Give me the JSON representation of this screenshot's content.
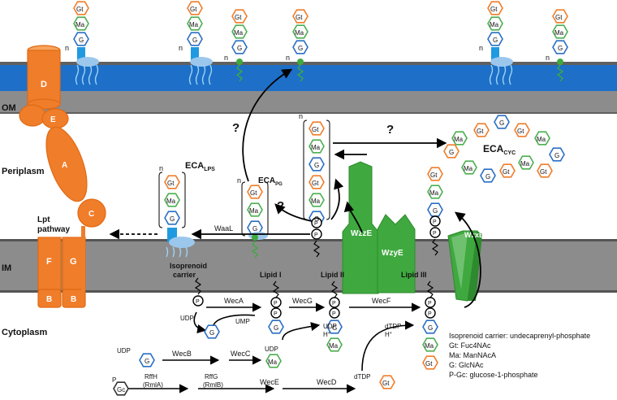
{
  "compartments": {
    "om": "OM",
    "periplasm": "Periplasm",
    "im": "IM",
    "cytoplasm": "Cytoplasm"
  },
  "lpt": {
    "D": "D",
    "E": "E",
    "A": "A",
    "C": "C",
    "F": "F",
    "G": "G",
    "B1": "B",
    "B2": "B",
    "pathway_line1": "Lpt",
    "pathway_line2": "pathway"
  },
  "sugars": {
    "gt": "Gt",
    "ma": "Ma",
    "g": "G",
    "gc": "Gc",
    "p": "P",
    "n": "n"
  },
  "forms": {
    "eca_lps": "ECA",
    "eca_lps_sub": "LPS",
    "eca_pg": "ECA",
    "eca_pg_sub": "PG",
    "eca_cyc": "ECA",
    "eca_cyc_sub": "CYC"
  },
  "proteins": {
    "wzze": "WzzE",
    "wzye": "WzyE",
    "wzxe": "WzxE",
    "waal": "WaaL"
  },
  "lipids": {
    "carrier_line1": "Isoprenoid",
    "carrier_line2": "carrier",
    "lipid1": "Lipid I",
    "lipid2": "Lipid II",
    "lipid3": "Lipid III"
  },
  "unknown": "?",
  "reactions": {
    "weca": "WecA",
    "wecg": "WecG",
    "wecf": "WecF",
    "wecb": "WecB",
    "wecc": "WecC",
    "wece": "WecE",
    "wecd": "WecD",
    "rffh": "RffH",
    "rmla": "(RmlA)",
    "rffg": "RffG",
    "rmlb": "(RmlB)"
  },
  "metabolites": {
    "udp": "UDP",
    "ump": "UMP",
    "hplus": "H",
    "hplus_sup": "+",
    "dtdp": "dTDP"
  },
  "legend": [
    "Isoprenoid carrier: undecaprenyl-phosphate",
    "Gt: Fuc4NAc",
    "Ma: ManNAcA",
    "G: GlcNAc",
    "P-Gc: glucose-1-phosphate"
  ],
  "colors": {
    "gt": "#f07d2a",
    "ma": "#4caf50",
    "g": "#2b6fc4",
    "membrane_grey": "#8c8c8c",
    "om_blue": "#1d6fc7",
    "lpt_orange": "#f07d2a",
    "wz_green": "#3fa93f",
    "lps_blue": "#1f9ae0"
  }
}
